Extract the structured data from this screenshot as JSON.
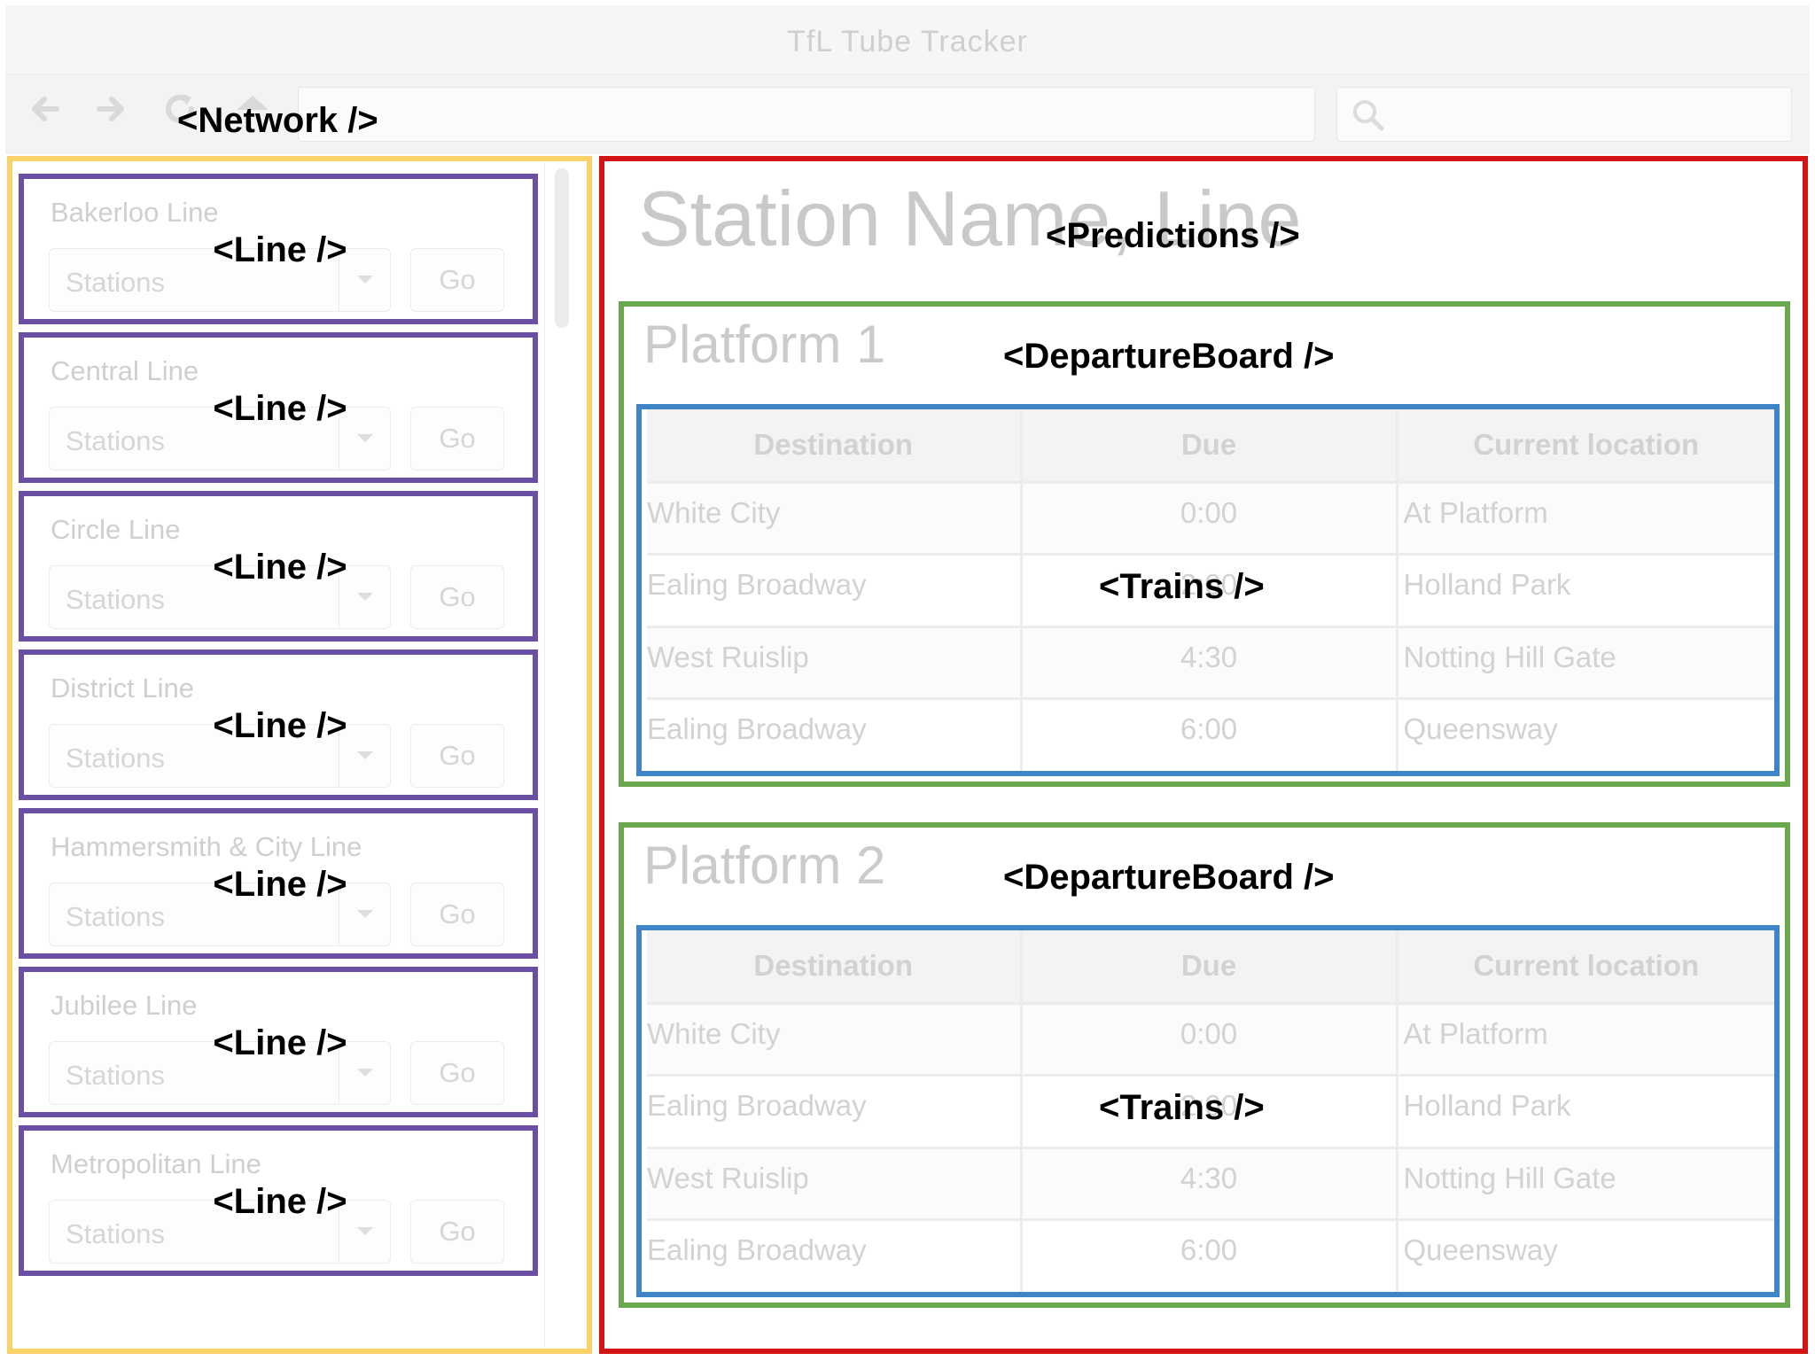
{
  "window": {
    "title": "TfL Tube Tracker"
  },
  "labels": {
    "network": "<Network />",
    "line": "<Line />",
    "predictions": "<Predictions />",
    "departure_board": "<DepartureBoard />",
    "trains": "<Trains />"
  },
  "colors": {
    "network": "#f9d36a",
    "line": "#6a4fa5",
    "predictions": "#d21414",
    "departure_board": "#6aa84f",
    "trains": "#3d85c6"
  },
  "sidebar": {
    "select_placeholder": "Stations",
    "go_label": "Go",
    "lines": [
      {
        "name": "Bakerloo Line"
      },
      {
        "name": "Central Line"
      },
      {
        "name": "Circle Line"
      },
      {
        "name": "District Line"
      },
      {
        "name": "Hammersmith & City Line"
      },
      {
        "name": "Jubilee Line"
      },
      {
        "name": "Metropolitan Line"
      }
    ]
  },
  "predictions": {
    "heading": "Station Name, Line",
    "columns": [
      "Destination",
      "Due",
      "Current location"
    ],
    "platforms": [
      {
        "title": "Platform 1",
        "trains": [
          {
            "destination": "White City",
            "due": "0:00",
            "location": "At Platform"
          },
          {
            "destination": "Ealing Broadway",
            "due": "2:00",
            "location": "Holland Park"
          },
          {
            "destination": "West Ruislip",
            "due": "4:30",
            "location": "Notting Hill Gate"
          },
          {
            "destination": "Ealing Broadway",
            "due": "6:00",
            "location": "Queensway"
          }
        ]
      },
      {
        "title": "Platform 2",
        "trains": [
          {
            "destination": "White City",
            "due": "0:00",
            "location": "At Platform"
          },
          {
            "destination": "Ealing Broadway",
            "due": "2:00",
            "location": "Holland Park"
          },
          {
            "destination": "West Ruislip",
            "due": "4:30",
            "location": "Notting Hill Gate"
          },
          {
            "destination": "Ealing Broadway",
            "due": "6:00",
            "location": "Queensway"
          }
        ]
      }
    ]
  }
}
